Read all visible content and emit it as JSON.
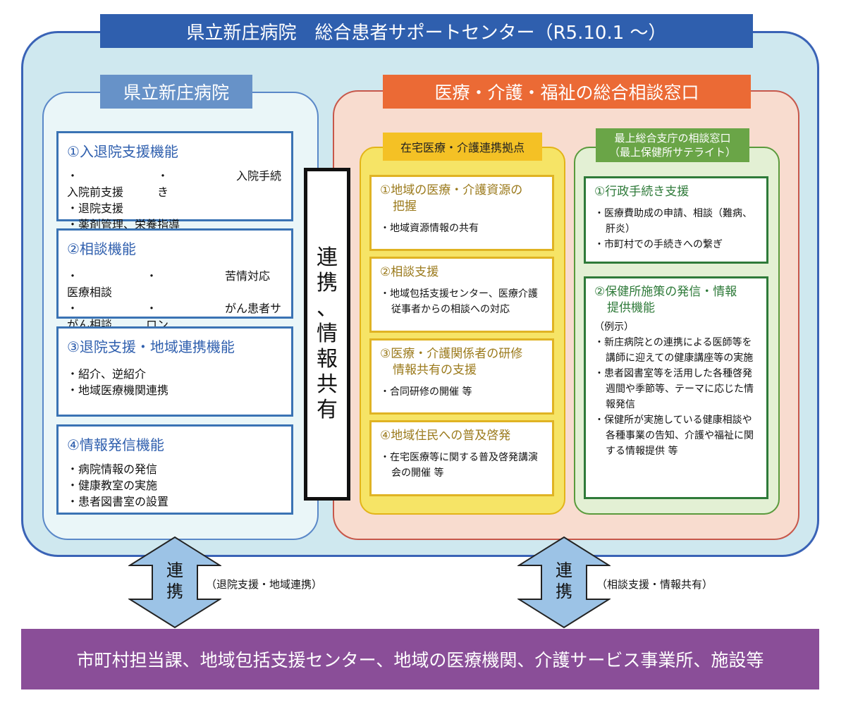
{
  "title": "県立新庄病院　総合患者サポートセンター（R5.10.1 〜）",
  "left": {
    "heading": "県立新庄病院",
    "boxes": [
      {
        "heading": "①入退院支援機能",
        "items": [
          "入院前支援",
          "入院手続き",
          "退院支援",
          "薬剤管理、栄養指導"
        ]
      },
      {
        "heading": "②相談機能",
        "items": [
          "医療相談",
          "苦情対応",
          "がん相談",
          "がん患者サロン"
        ]
      },
      {
        "heading": "③退院支援・地域連携機能",
        "items": [
          "紹介、逆紹介",
          "地域医療機関連携"
        ]
      },
      {
        "heading": "④情報発信機能",
        "items": [
          "病院情報の発信",
          "健康教室の実施",
          "患者図書室の設置"
        ]
      }
    ]
  },
  "center": {
    "chars": [
      "連",
      "携",
      "、",
      "情",
      "報",
      "共",
      "有"
    ]
  },
  "right": {
    "heading": "医療・介護・福祉の総合相談窓口",
    "yellow": {
      "heading": "在宅医療・介護連携拠点",
      "boxes": [
        {
          "heading_l1": "①地域の医療・介護資源の",
          "heading_l2": "把握",
          "items": [
            "地域資源情報の共有"
          ]
        },
        {
          "heading_l1": "②相談支援",
          "heading_l2": "",
          "items": [
            "地域包括支援センター、医療介護従事者からの相談への対応"
          ]
        },
        {
          "heading_l1": "③医療・介護関係者の研修",
          "heading_l2": "情報共有の支援",
          "items": [
            "合同研修の開催 等"
          ]
        },
        {
          "heading_l1": "④地域住民への普及啓発",
          "heading_l2": "",
          "items": [
            "在宅医療等に関する普及啓発講演会の開催 等"
          ]
        }
      ]
    },
    "green": {
      "heading_l1": "最上総合支庁の相談窓口",
      "heading_l2": "（最上保健所サテライト）",
      "boxes": [
        {
          "heading_l1": "①行政手続き支援",
          "heading_l2": "",
          "items": [
            "医療費助成の申請、相談（難病、肝炎）",
            "市町村での手続きへの繋ぎ"
          ]
        },
        {
          "heading_l1": "②保健所施策の発信・情報",
          "heading_l2": "提供機能",
          "example": "（例示）",
          "items": [
            "新庄病院との連携による医師等を講師に迎えての健康講座等の実施",
            "患者図書室等を活用した各種啓発週間や季節等、テーマに応じた情報発信",
            "保健所が実施している健康相談や各種事業の告知、介護や福祉に関する情報提供 等"
          ]
        }
      ]
    }
  },
  "arrows": [
    {
      "c1": "連",
      "c2": "携",
      "note": "（退院支援・地域連携）"
    },
    {
      "c1": "連",
      "c2": "携",
      "note": "（相談支援・情報共有）"
    }
  ],
  "bottom": "市町村担当課、地域包括支援センター、地域の医療機関、介護サービス事業所、施設等",
  "bullet": "・",
  "colors": {
    "title": "#2f5fae",
    "left_accent": "#3a73b4",
    "right_accent": "#eb6a35",
    "yellow": "#f4c125",
    "green": "#2e7a39",
    "bottom": "#8a4e98",
    "arrow": "#9cc3e6"
  }
}
